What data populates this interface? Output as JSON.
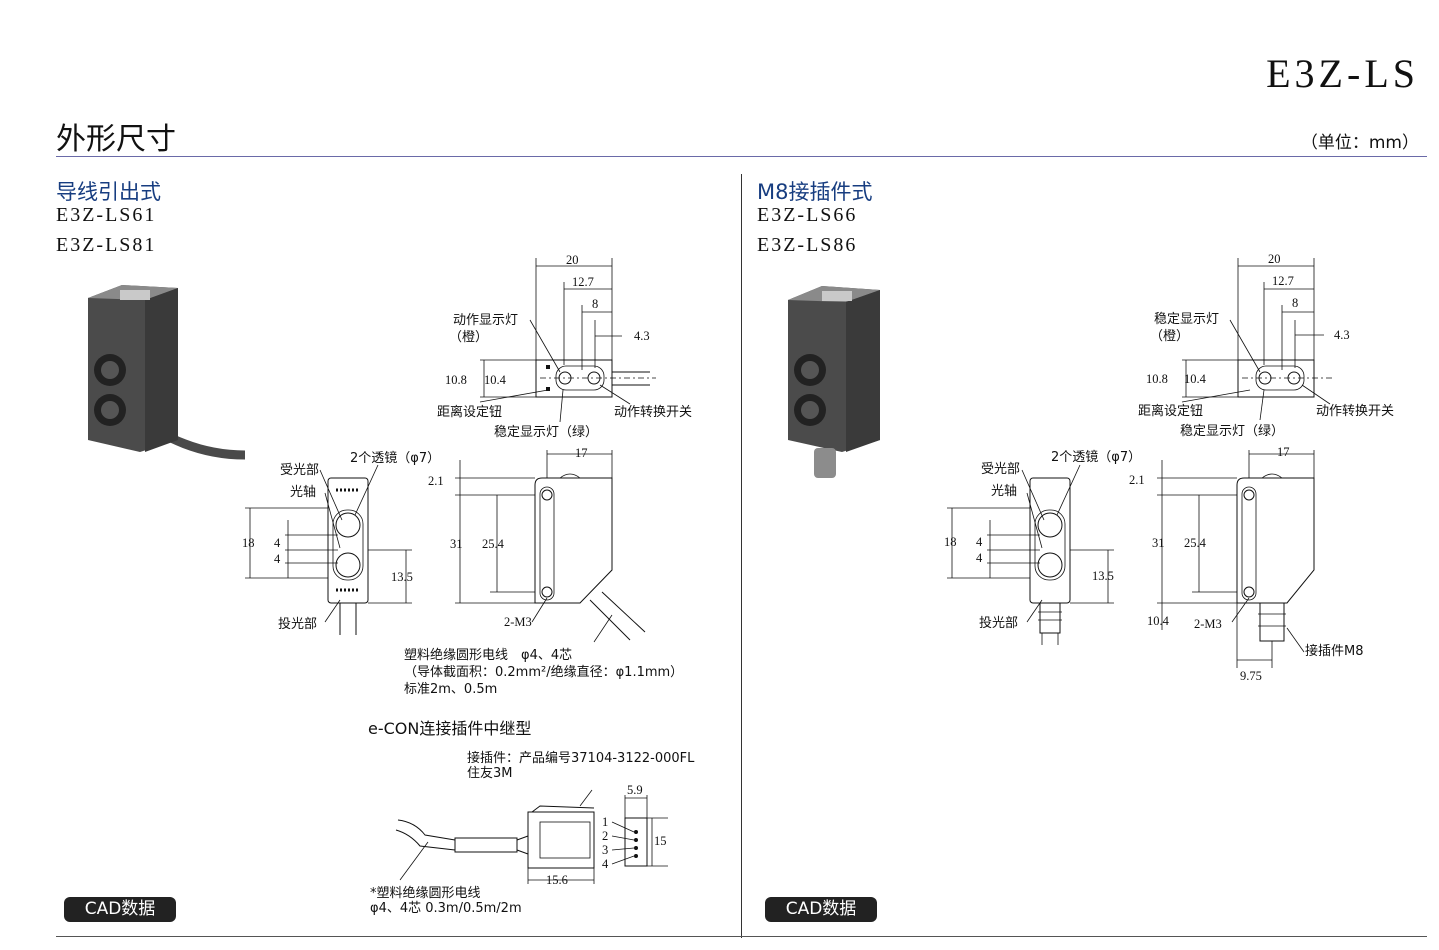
{
  "header": {
    "product": "E3Z-LS",
    "title": "外形尺寸",
    "unit": "（单位：mm）"
  },
  "left": {
    "section_title": "导线引出式",
    "models": [
      "E3Z-LS61",
      "E3Z-LS81"
    ],
    "labels": {
      "action_led": "动作显示灯",
      "orange": "（橙）",
      "distance_knob": "距离设定钮",
      "stable_led": "稳定显示灯（绿）",
      "mode_switch": "动作转换开关",
      "lens": "2个透镜（φ7）",
      "receiver": "受光部",
      "optical_axis": "光轴",
      "emitter": "投光部",
      "screw": "2-M3"
    },
    "dims": {
      "d20": "20",
      "d12_7": "12.7",
      "d8": "8",
      "d4_3": "4.3",
      "d10_8": "10.8",
      "d10_4": "10.4",
      "d17": "17",
      "d2_1": "2.1",
      "d31": "31",
      "d25_4": "25.4",
      "d18": "18",
      "d4": "4",
      "d13_5": "13.5"
    },
    "cable_note": [
      "塑料绝缘圆形电线　φ4、4芯",
      "（导体截面积：0.2mm²/绝缘直径：φ1.1mm）",
      "标准2m、0.5m"
    ],
    "econ": {
      "title": "e-CON连接插件中继型",
      "connector_note": [
        "接插件：产品编号37104-3122-000FL",
        "住友3M"
      ],
      "pins": [
        "1",
        "2",
        "3",
        "4"
      ],
      "dims": {
        "d5_9": "5.9",
        "d15": "15",
        "d15_6": "15.6"
      },
      "cable_note": [
        "*塑料绝缘圆形电线",
        "φ4、4芯 0.3m/0.5m/2m"
      ]
    },
    "cad": "CAD数据"
  },
  "right": {
    "section_title": "M8接插件式",
    "models": [
      "E3Z-LS66",
      "E3Z-LS86"
    ],
    "labels": {
      "stable_led": "稳定显示灯",
      "orange": "（橙）",
      "distance_knob": "距离设定钮",
      "stable_led_green": "稳定显示灯（绿）",
      "mode_switch": "动作转换开关",
      "lens": "2个透镜（φ7）",
      "receiver": "受光部",
      "optical_axis": "光轴",
      "emitter": "投光部",
      "screw": "2-M3",
      "connector": "接插件M8"
    },
    "dims": {
      "d20": "20",
      "d12_7": "12.7",
      "d8": "8",
      "d4_3": "4.3",
      "d10_8": "10.8",
      "d10_4": "10.4",
      "d17": "17",
      "d2_1": "2.1",
      "d31": "31",
      "d25_4": "25.4",
      "d18": "18",
      "d4": "4",
      "d13_5": "13.5",
      "d10_4b": "10.4",
      "d9_75": "9.75"
    },
    "cad": "CAD数据"
  }
}
